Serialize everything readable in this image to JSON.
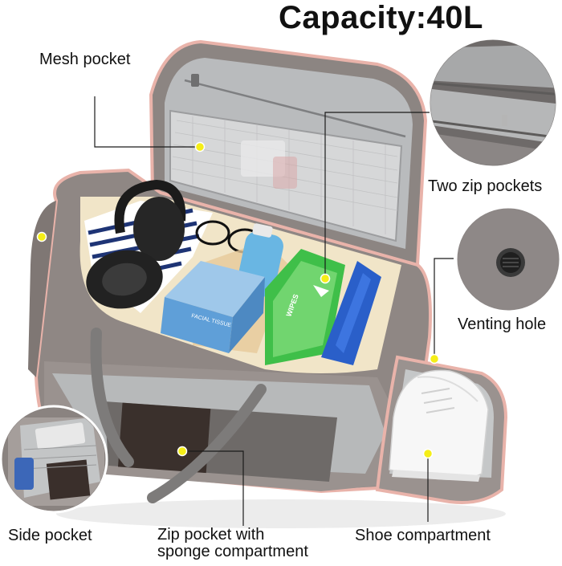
{
  "title": "Capacity:40L",
  "callouts": {
    "mesh_pocket": "Mesh pocket",
    "two_zip_pockets": "Two zip pockets",
    "venting_hole": "Venting hole",
    "side_pocket": "Side pocket",
    "zip_pocket_line1": "Zip pocket with",
    "zip_pocket_line2": "sponge compartment",
    "shoe_compartment": "Shoe compartment"
  },
  "product_text": {
    "tissue_box": "FACIAL TISSUE",
    "wet_wipes": "WIPES"
  },
  "colors": {
    "bag_body": "#8f8784",
    "bag_trim": "#e9b3aa",
    "lining": "#c9cacb",
    "callout_dot": "#f5ee17",
    "callout_line": "#1a1a1a"
  }
}
